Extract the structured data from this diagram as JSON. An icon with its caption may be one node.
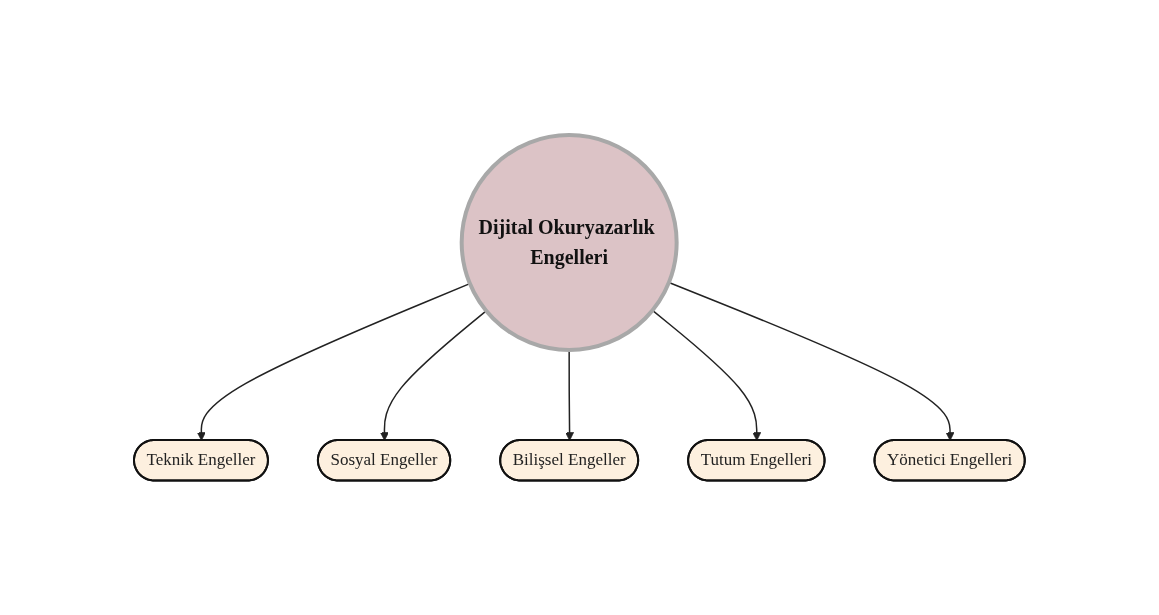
{
  "diagram": {
    "nodes": [
      {
        "text": [
          "Teknik Engeller"
        ]
      },
      {
        "text": [
          "Sosyal Engeller"
        ]
      },
      {
        "text": [
          "Bilişsel Engeller"
        ]
      },
      {
        "text": [
          "Dijital Okuryazarlık Engelleri"
        ]
      },
      {
        "text": [
          "Tutum Engelleri"
        ]
      },
      {
        "text": [
          "Yönetici Engelleri"
        ]
      }
    ],
    "edges": [
      {
        "from": 3,
        "to": 0,
        "arrow": "to"
      },
      {
        "from": 3,
        "to": 1,
        "arrow": "to"
      },
      {
        "from": 3,
        "to": 2,
        "arrow": "to"
      },
      {
        "from": 3,
        "to": 4,
        "arrow": "to"
      },
      {
        "from": 3,
        "to": 5,
        "arrow": "to"
      }
    ]
  }
}
